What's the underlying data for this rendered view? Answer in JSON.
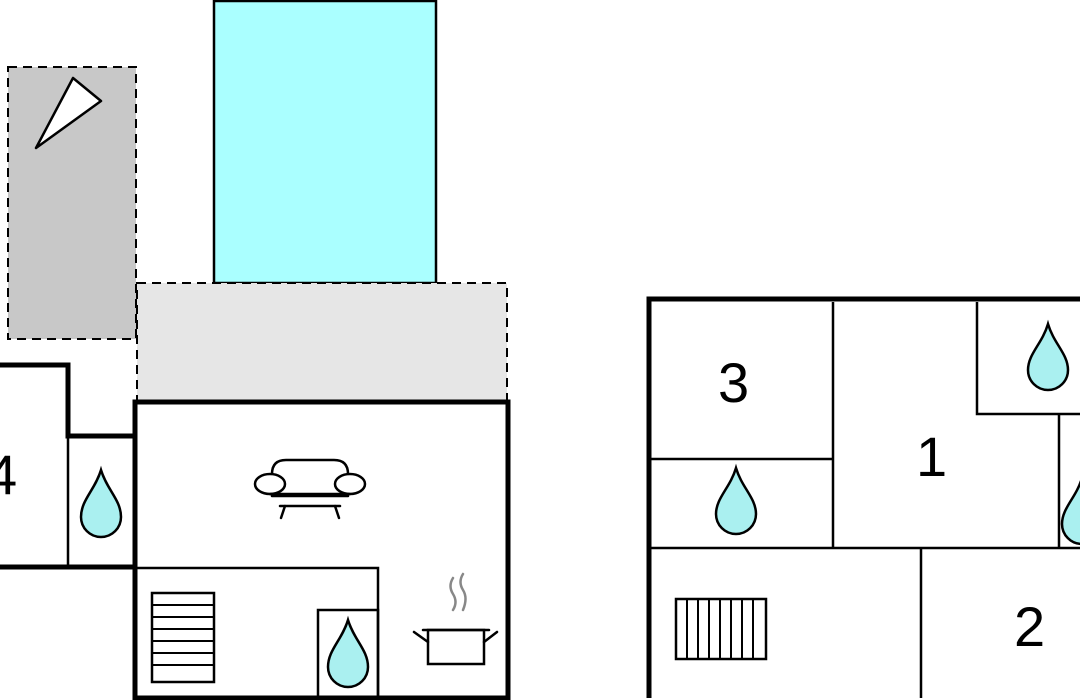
{
  "colors": {
    "pool": "#aaffff",
    "parking": "#c8c8c8",
    "terrace": "#e6e6e6",
    "water_drop": "#aaf0f0",
    "wall": "#000000"
  },
  "room_labels": {
    "r1": "1",
    "r2": "2",
    "r3": "3",
    "r4": "4"
  },
  "icons": {
    "sofa": "sofa-icon",
    "cooking_pot": "cooking-pot-icon",
    "water_drop": "water-drop-icon",
    "staircase": "staircase-icon",
    "radiator": "radiator-icon",
    "north_arrow": "north-arrow-icon"
  }
}
